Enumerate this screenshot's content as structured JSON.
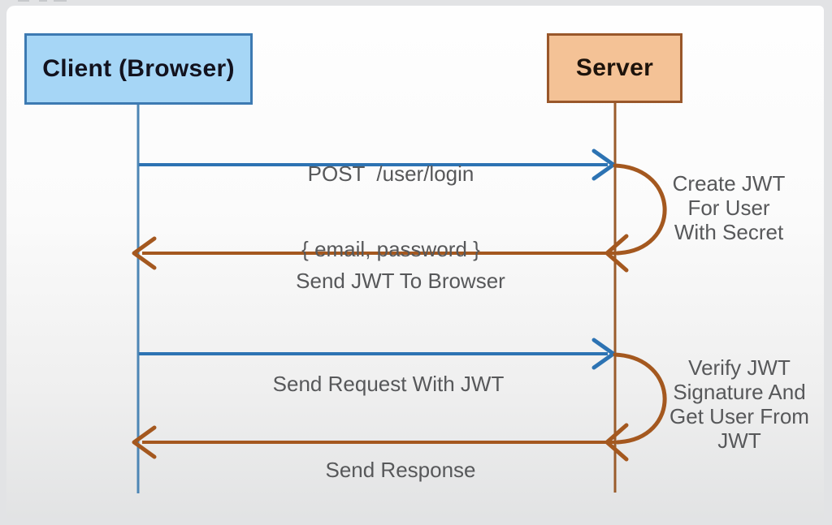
{
  "diagram": {
    "type": "sequence",
    "actors": [
      {
        "id": "client",
        "label": "Client (Browser)"
      },
      {
        "id": "server",
        "label": "Server"
      }
    ],
    "messages": [
      {
        "from": "client",
        "to": "server",
        "lines": [
          "POST  /user/login",
          "{ email, password }"
        ]
      },
      {
        "from": "server",
        "to": "client",
        "lines": [
          "Send JWT To Browser"
        ]
      },
      {
        "from": "client",
        "to": "server",
        "lines": [
          "Send Request With JWT"
        ]
      },
      {
        "from": "server",
        "to": "client",
        "lines": [
          "Send Response"
        ]
      }
    ],
    "self_actions": [
      {
        "actor": "server",
        "lines": [
          "Create JWT",
          "For User",
          "With Secret"
        ]
      },
      {
        "actor": "server",
        "lines": [
          "Verify JWT",
          "Signature And",
          "Get User From",
          "JWT"
        ]
      }
    ],
    "colors": {
      "client_fill": "#a6d6f6",
      "client_border": "#3d7ab2",
      "server_fill": "#f4c296",
      "server_border": "#99572a",
      "request_arrow": "#2d73b3",
      "response_arrow": "#a4581f",
      "client_lifeline": "#4d86b5",
      "server_lifeline": "#9a5c2c",
      "label_text": "#57585a"
    }
  }
}
